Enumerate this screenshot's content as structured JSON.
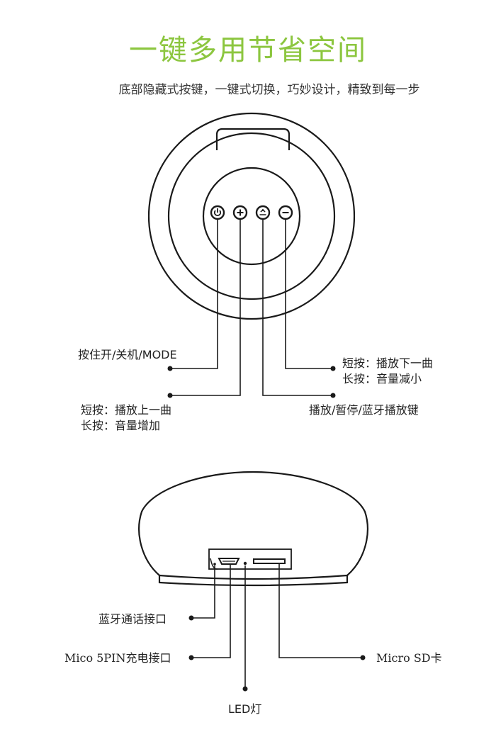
{
  "header": {
    "title": "一键多用节省空间",
    "subtitle": "底部隐藏式按键，一键式切换，巧妙设计，精致到每一步"
  },
  "top_view": {
    "labels": {
      "power": "按住开/关机/MODE",
      "next_short": "短按：播放下一曲",
      "next_long": "长按：音量减小",
      "prev_short": "短按：播放上一曲",
      "prev_long": "长按：音量增加",
      "play": "播放/暂停/蓝牙播放键"
    }
  },
  "side_view": {
    "labels": {
      "bt_call": "蓝牙通话接口",
      "charge": "Mico 5PIN充电接口",
      "sd": "Micro SD卡",
      "led": "LED灯"
    }
  }
}
